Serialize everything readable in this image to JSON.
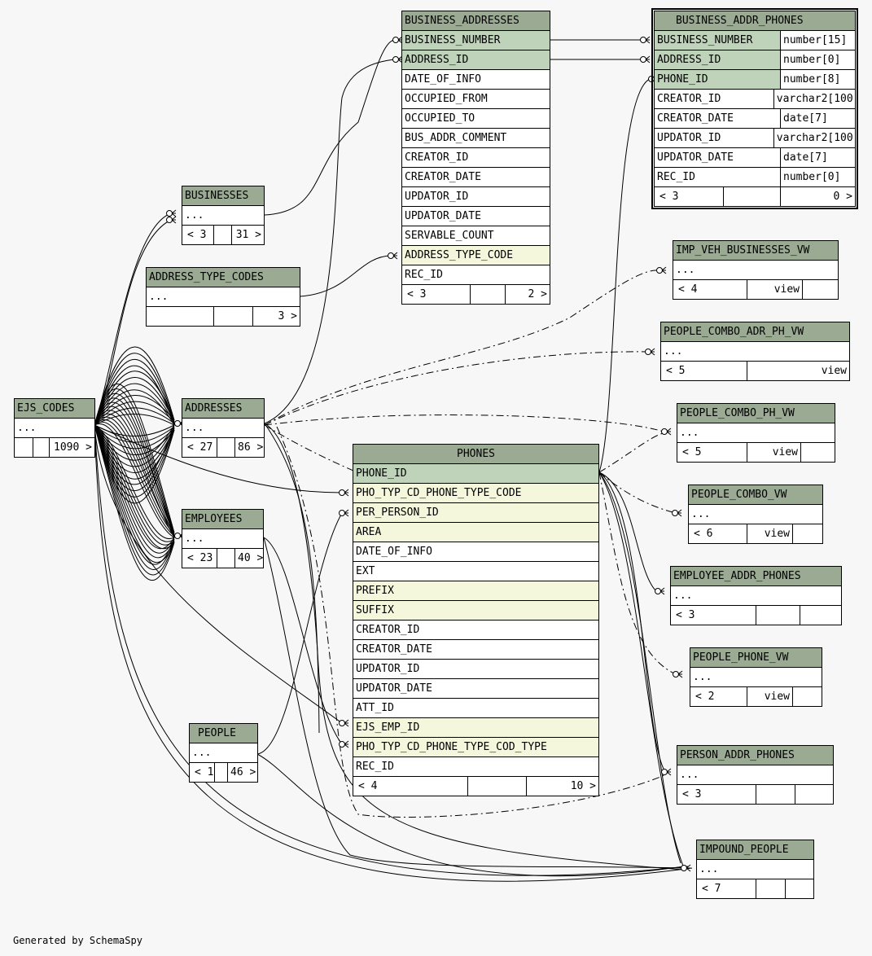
{
  "credit": "Generated by SchemaSpy",
  "tables": {
    "business_addresses": {
      "name": "BUSINESS_ADDRESSES",
      "columns": [
        "BUSINESS_NUMBER",
        "ADDRESS_ID",
        "DATE_OF_INFO",
        "OCCUPIED_FROM",
        "OCCUPIED_TO",
        "BUS_ADDR_COMMENT",
        "CREATOR_ID",
        "CREATOR_DATE",
        "UPDATOR_ID",
        "UPDATOR_DATE",
        "SERVABLE_COUNT",
        "ADDRESS_TYPE_CODE",
        "REC_ID"
      ],
      "footer": [
        "< 3",
        "",
        "2 >"
      ]
    },
    "business_addr_phones": {
      "name": "BUSINESS_ADDR_PHONES",
      "columns": [
        "BUSINESS_NUMBER",
        "ADDRESS_ID",
        "PHONE_ID",
        "CREATOR_ID",
        "CREATOR_DATE",
        "UPDATOR_ID",
        "UPDATOR_DATE",
        "REC_ID"
      ],
      "types": [
        "number[15]",
        "number[0]",
        "number[8]",
        "varchar2[100]",
        "date[7]",
        "varchar2[100]",
        "date[7]",
        "number[0]"
      ],
      "footer": [
        "< 3",
        "",
        "0 >"
      ]
    },
    "businesses": {
      "name": "BUSINESSES",
      "body": "...",
      "footer": [
        "< 3",
        "",
        "31 >"
      ]
    },
    "address_type_codes": {
      "name": "ADDRESS_TYPE_CODES",
      "body": "...",
      "footer": [
        "",
        "",
        "3 >"
      ]
    },
    "ejs_codes": {
      "name": "EJS_CODES",
      "body": "...",
      "footer": [
        "",
        "",
        "1090 >"
      ]
    },
    "addresses": {
      "name": "ADDRESSES",
      "body": "...",
      "footer": [
        "< 27",
        "",
        "86 >"
      ]
    },
    "employees": {
      "name": "EMPLOYEES",
      "body": "...",
      "footer": [
        "< 23",
        "",
        "40 >"
      ]
    },
    "people": {
      "name": "PEOPLE",
      "body": "...",
      "footer": [
        "< 1",
        "",
        "46 >"
      ]
    },
    "phones": {
      "name": "PHONES",
      "columns": [
        "PHONE_ID",
        "PHO_TYP_CD_PHONE_TYPE_CODE",
        "PER_PERSON_ID",
        "AREA",
        "DATE_OF_INFO",
        "EXT",
        "PREFIX",
        "SUFFIX",
        "CREATOR_ID",
        "CREATOR_DATE",
        "UPDATOR_ID",
        "UPDATOR_DATE",
        "ATT_ID",
        "EJS_EMP_ID",
        "PHO_TYP_CD_PHONE_TYPE_COD_TYPE",
        "REC_ID"
      ],
      "footer": [
        "< 4",
        "",
        "10 >"
      ]
    },
    "imp_veh_businesses_vw": {
      "name": "IMP_VEH_BUSINESSES_VW",
      "body": "...",
      "footer": [
        "< 4",
        "view",
        ""
      ]
    },
    "people_combo_adr_ph_vw": {
      "name": "PEOPLE_COMBO_ADR_PH_VW",
      "body": "...",
      "footer": [
        "< 5",
        "view"
      ]
    },
    "people_combo_ph_vw": {
      "name": "PEOPLE_COMBO_PH_VW",
      "body": "...",
      "footer": [
        "< 5",
        "view",
        ""
      ]
    },
    "people_combo_vw": {
      "name": "PEOPLE_COMBO_VW",
      "body": "...",
      "footer": [
        "< 6",
        "view",
        ""
      ]
    },
    "employee_addr_phones": {
      "name": "EMPLOYEE_ADDR_PHONES",
      "body": "...",
      "footer": [
        "< 3",
        "",
        ""
      ]
    },
    "people_phone_vw": {
      "name": "PEOPLE_PHONE_VW",
      "body": "...",
      "footer": [
        "< 2",
        "view",
        ""
      ]
    },
    "person_addr_phones": {
      "name": "PERSON_ADDR_PHONES",
      "body": "...",
      "footer": [
        "< 3",
        "",
        ""
      ]
    },
    "impound_people": {
      "name": "IMPOUND_PEOPLE",
      "body": "...",
      "footer": [
        "< 7",
        "",
        ""
      ]
    }
  }
}
